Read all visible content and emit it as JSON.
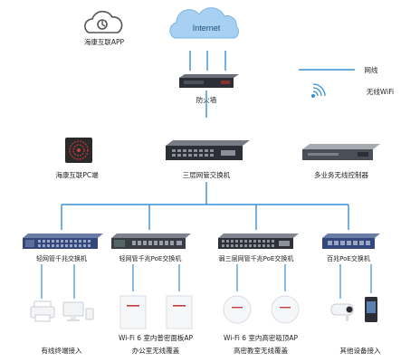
{
  "nodes": {
    "app": "海康互联APP",
    "internet": "Internet",
    "firewall": "防火墙",
    "pc_client": "海康互联PC端",
    "core_switch": "三层网管交换机",
    "wireless_controller": "多业务无线控制器",
    "sw1": "轻网管千兆交换机",
    "sw2": "轻网管千兆PoE交换机",
    "sw3": "弱三层网管千兆PoE交换机",
    "sw4": "百兆PoE交换机",
    "group1": "有线终端接入",
    "group2_line1": "Wi-Fi 6 室内普密面板AP",
    "group2_line2": "办公室无线覆盖",
    "group3_line1": "Wi-Fi 6 室内高密吸顶AP",
    "group3_line2": "高密教室无线覆盖",
    "group4": "其他设备接入"
  },
  "legend": {
    "wired": "网线",
    "wireless": "无线WiFi"
  },
  "colors": {
    "link": "#3a8fd6",
    "wireless": "#3a8fd6",
    "cloud": "#a7d0f2",
    "device_dark": "#3a3d45",
    "device_blue": "#29427a"
  }
}
